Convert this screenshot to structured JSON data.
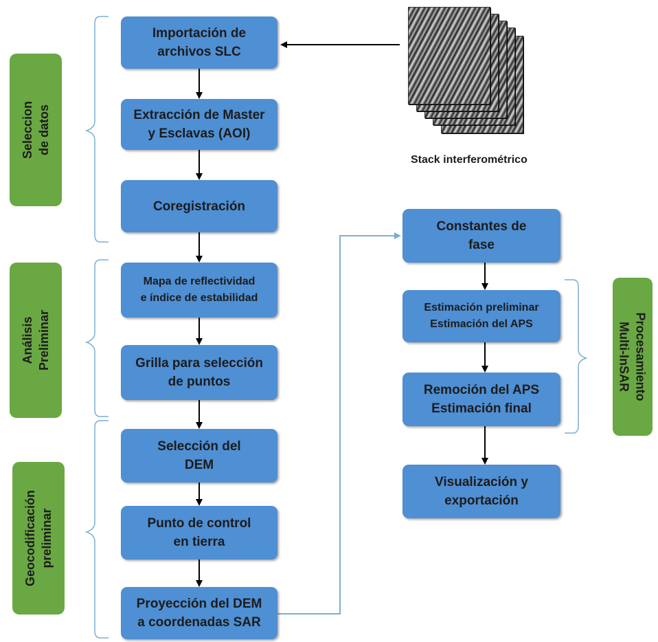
{
  "groups": {
    "seleccion": "Seleccion\nde datos",
    "analisis": "Análisis\nPreliminar",
    "geocodificacion": "Geocodificación\npreliminar",
    "procesamiento": "Procesamiento\nMulti-InSAR"
  },
  "steps": {
    "importacion": "Importación de\narchivos SLC",
    "extraccion": "Extracción de Master\ny Esclavas (AOI)",
    "coregistracion": "Coregistración",
    "mapa": "Mapa de reflectividad\ne índice de estabilidad",
    "grilla": "Grilla para selección\nde puntos",
    "seleccion_dem": "Selección del\nDEM",
    "punto_control": "Punto de control\nen tierra",
    "proyeccion": "Proyección del DEM\na coordenadas SAR",
    "constantes": "Constantes de\nfase",
    "estimacion_preliminar": "Estimación preliminar\nEstimación del APS",
    "remocion": "Remoción del APS\nEstimación final",
    "visualizacion": "Visualización y\nexportación"
  },
  "stack": {
    "caption": "Stack interferométrico"
  },
  "colors": {
    "step_box": "#4f8fd3",
    "group_box": "#6aa843",
    "connector": "#7aaed4",
    "arrow": "#000000"
  }
}
